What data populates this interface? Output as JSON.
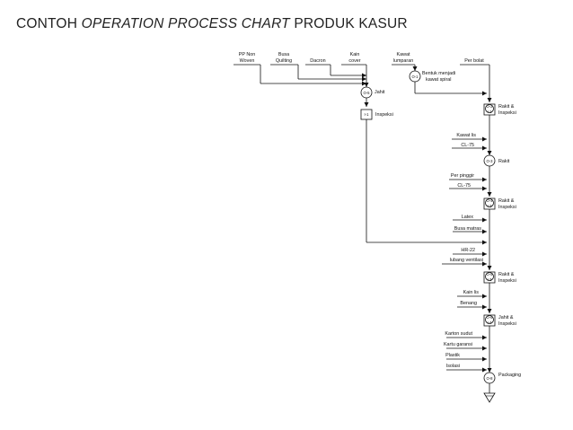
{
  "title": {
    "prefix": "CONTOH ",
    "italic": "OPERATION PROCESS CHART",
    "suffix": " PRODUK KASUR"
  },
  "chart": {
    "top_inputs": {
      "pp_non_woven": [
        "PP Non",
        "Woven"
      ],
      "busa_quilting": [
        "Busa",
        "Quilting"
      ],
      "dacron": "Dacron",
      "kain_cover": [
        "Kain",
        "cover"
      ],
      "kawat_lumparan": [
        "Kawat",
        "lumparan"
      ],
      "per_bolat": "Per bolat"
    },
    "operations": {
      "o1": {
        "code": "O-1",
        "label": [
          "Bentuk menjadi",
          "kawat spiral"
        ]
      },
      "o5": {
        "code": "O-5",
        "label": "Jahit"
      },
      "i1": {
        "code": "I-1",
        "label": "Inspeksi"
      },
      "c1": {
        "code": [
          "O-2",
          "I-1"
        ],
        "label": [
          "Rakit &",
          "Inspeksi"
        ]
      },
      "o3": {
        "code": "O-3",
        "label": "Rakit"
      },
      "c2": {
        "code": [
          "O-4",
          "I-2"
        ],
        "label": [
          "Rakit &",
          "Inspeksi"
        ]
      },
      "c3": {
        "code": [
          "O-5",
          "I-3"
        ],
        "label": [
          "Rakit &",
          "Inspeksi"
        ]
      },
      "c4": {
        "code": [
          "O-6",
          "I-4"
        ],
        "label": [
          "Jahit &",
          "Inspeksi"
        ]
      },
      "o8": {
        "code": "O-8",
        "label": "Packaging"
      }
    },
    "inputs": {
      "kawat_lis": "Kawat lis",
      "cl75_a": "CL-75",
      "per_pinggir": "Per pinggir",
      "cl75_b": "CL-75",
      "latex": "Latex",
      "busa_matras": "Busa matras",
      "hr22": "HR-22",
      "lubang_ventilasi": "lubang ventilasi",
      "kain_lis": "Kain lis",
      "benang": "Benang",
      "karton_sudut": "Karton sudut",
      "kartu_garansi": "Kartu garansi",
      "plastik": "Plastik",
      "isolasi": "Isolasi"
    }
  }
}
